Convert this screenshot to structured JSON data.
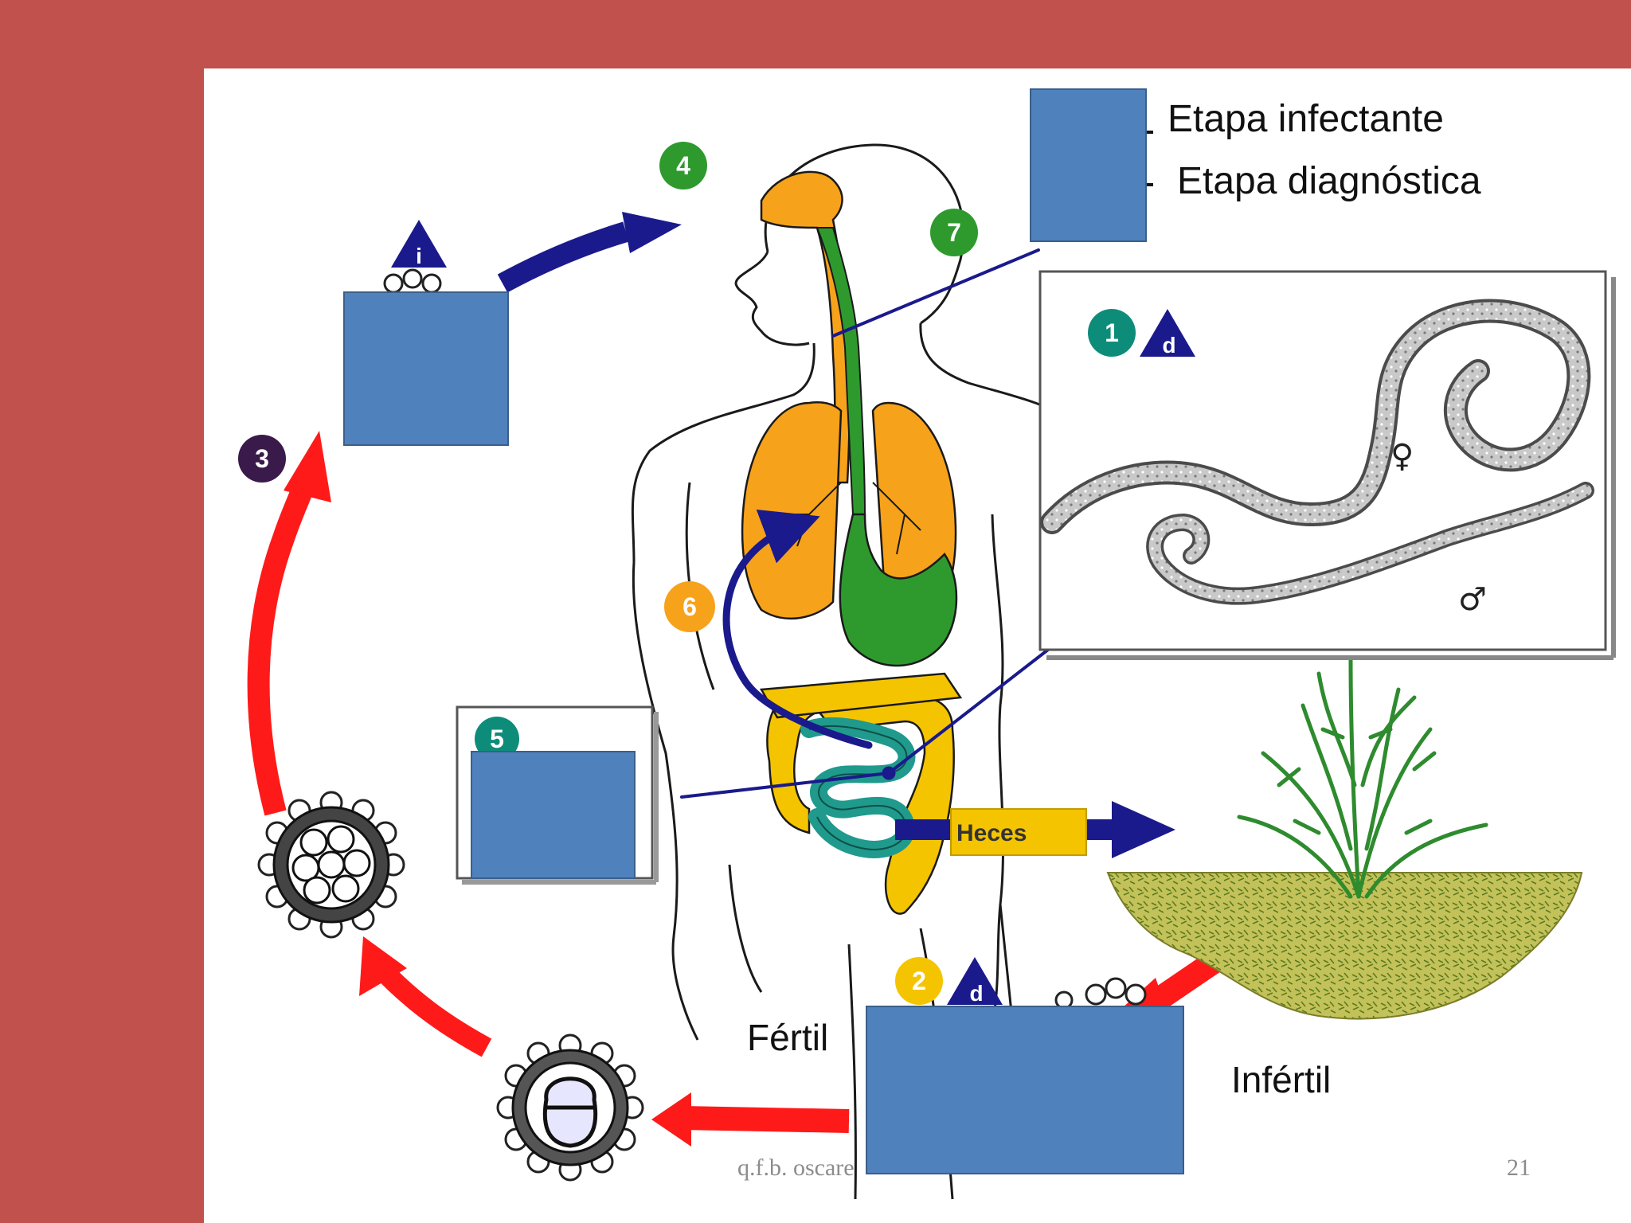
{
  "legend": {
    "infectante": "Etapa infectante",
    "diagnostica": "Etapa diagnóstica"
  },
  "steps": {
    "s1": "1",
    "s2": "2",
    "s3": "3",
    "s4": "4",
    "s5": "5",
    "s6": "6",
    "s7": "7"
  },
  "stage_markers": {
    "infective": "i",
    "diagnostic": "d"
  },
  "labels": {
    "fertil": "Fértil",
    "infertil": "Infértil",
    "heces": "Heces",
    "female_symbol": "♀",
    "male_symbol": "♂"
  },
  "footer": {
    "author": "q.f.b. oscare",
    "page": "21"
  },
  "colors": {
    "slide_border": "#c0514d",
    "placeholder_box": "#4f81bd",
    "arrow_red": "#ff1a1a",
    "arrow_navy": "#1a1a8c",
    "respiratory": "#f7a21b",
    "digestive_green": "#2e9a2e",
    "intestine_yellow": "#f5c400",
    "intestine_teal": "#1f9a8c"
  },
  "icons": {
    "infective_stage": "blue-triangle-i-icon",
    "diagnostic_stage": "blue-triangle-d-icon",
    "egg": "ascaris-egg-icon",
    "plant": "grass-icon",
    "soil": "soil-patch-icon",
    "worms": "adult-worms-icon"
  }
}
